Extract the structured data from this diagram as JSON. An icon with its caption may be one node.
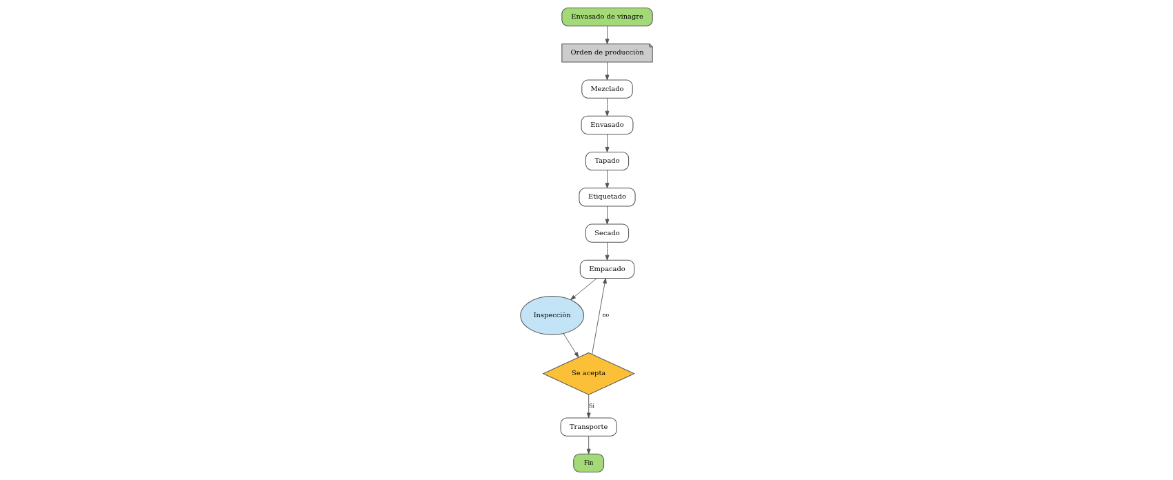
{
  "diagram": {
    "nodes": [
      {
        "text": [
          "Envasado de vinagre"
        ]
      },
      {
        "text": [
          "Orden de producciòn"
        ]
      },
      {
        "text": [
          "Mezclado"
        ]
      },
      {
        "text": [
          "Envasado"
        ]
      },
      {
        "text": [
          "Tapado"
        ]
      },
      {
        "text": [
          "Etiquetado"
        ]
      },
      {
        "text": [
          "Secado"
        ]
      },
      {
        "text": [
          "Empacado"
        ]
      },
      {
        "text": [
          "Inspecciòn"
        ]
      },
      {
        "text": [
          "Se acepta"
        ]
      },
      {
        "text": [
          "Transporte"
        ]
      },
      {
        "text": [
          "Fin"
        ]
      }
    ],
    "edges": [
      {
        "from": 0,
        "to": 1,
        "arrow": "to"
      },
      {
        "from": 1,
        "to": 2,
        "arrow": "to"
      },
      {
        "from": 2,
        "to": 3,
        "arrow": "to"
      },
      {
        "from": 3,
        "to": 4,
        "arrow": "to"
      },
      {
        "from": 4,
        "to": 5,
        "arrow": "to"
      },
      {
        "from": 5,
        "to": 6,
        "arrow": "to"
      },
      {
        "from": 6,
        "to": 7,
        "arrow": "to"
      },
      {
        "from": 7,
        "to": 8,
        "arrow": "to"
      },
      {
        "from": 8,
        "to": 9,
        "arrow": "to"
      },
      {
        "from": 9,
        "to": 10,
        "label": "Sí",
        "arrow": "to"
      },
      {
        "from": 10,
        "to": 11,
        "arrow": "to"
      },
      {
        "from": 9,
        "to": 7,
        "label": "no",
        "arrow": "to"
      }
    ]
  }
}
